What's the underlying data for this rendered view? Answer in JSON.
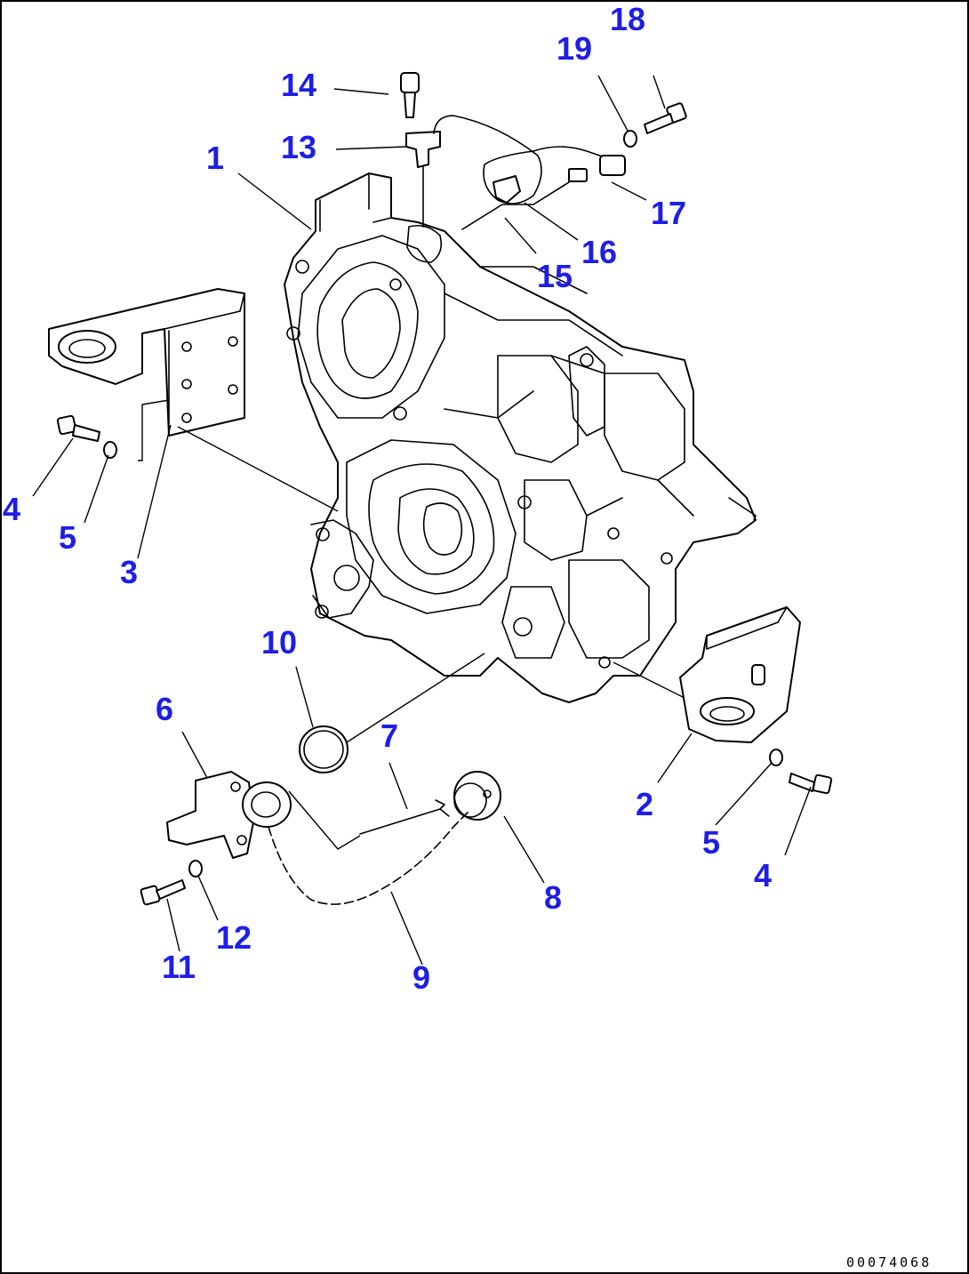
{
  "callouts": [
    {
      "id": "1",
      "label": "1"
    },
    {
      "id": "2",
      "label": "2"
    },
    {
      "id": "3",
      "label": "3"
    },
    {
      "id": "4a",
      "label": "4"
    },
    {
      "id": "4b",
      "label": "4"
    },
    {
      "id": "5a",
      "label": "5"
    },
    {
      "id": "5b",
      "label": "5"
    },
    {
      "id": "6",
      "label": "6"
    },
    {
      "id": "7",
      "label": "7"
    },
    {
      "id": "8",
      "label": "8"
    },
    {
      "id": "9",
      "label": "9"
    },
    {
      "id": "10",
      "label": "10"
    },
    {
      "id": "11",
      "label": "11"
    },
    {
      "id": "12",
      "label": "12"
    },
    {
      "id": "13",
      "label": "13"
    },
    {
      "id": "14",
      "label": "14"
    },
    {
      "id": "15",
      "label": "15"
    },
    {
      "id": "16",
      "label": "16"
    },
    {
      "id": "17",
      "label": "17"
    },
    {
      "id": "18",
      "label": "18"
    },
    {
      "id": "19",
      "label": "19"
    }
  ],
  "drawing_number": "00074068",
  "colors": {
    "callout": "#1e1ee6",
    "line": "#000000",
    "background": "#ffffff"
  }
}
